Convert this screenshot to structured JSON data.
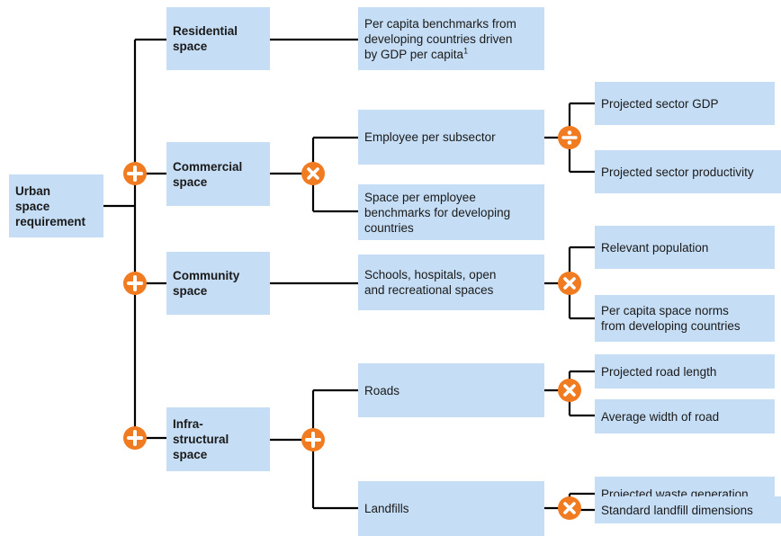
{
  "root": {
    "label": "Urban\nspace\nrequirement"
  },
  "categories": [
    {
      "label": "Residential\nspace"
    },
    {
      "label": "Commercial\nspace"
    },
    {
      "label": "Community\nspace"
    },
    {
      "label": "Infra-\nstructural\nspace"
    }
  ],
  "drivers": {
    "residential": "Per capita benchmarks from\ndeveloping countries driven\nby GDP per capita",
    "residential_footnote": "1",
    "employee": "Employee per subsector",
    "space_per_employee": "Space per employee\nbenchmarks for developing\ncountries",
    "schools": "Schools, hospitals, open\nand recreational spaces",
    "roads": "Roads",
    "landfills": "Landfills"
  },
  "leaves": {
    "sector_gdp": "Projected sector GDP",
    "sector_productivity": "Projected sector productivity",
    "relevant_population": "Relevant population",
    "space_norms": "Per capita space norms\nfrom developing countries",
    "road_length": "Projected road length",
    "road_width": "Average width of road",
    "waste_generation": "Projected waste generation",
    "landfill_dimensions": "Standard landfill dimensions"
  },
  "operators": {
    "plus": "plus",
    "times": "times",
    "divide": "divide"
  },
  "colors": {
    "box": "#c6def5",
    "operator": "#f07b21",
    "line": "#000000",
    "text": "#1a1a1a"
  }
}
